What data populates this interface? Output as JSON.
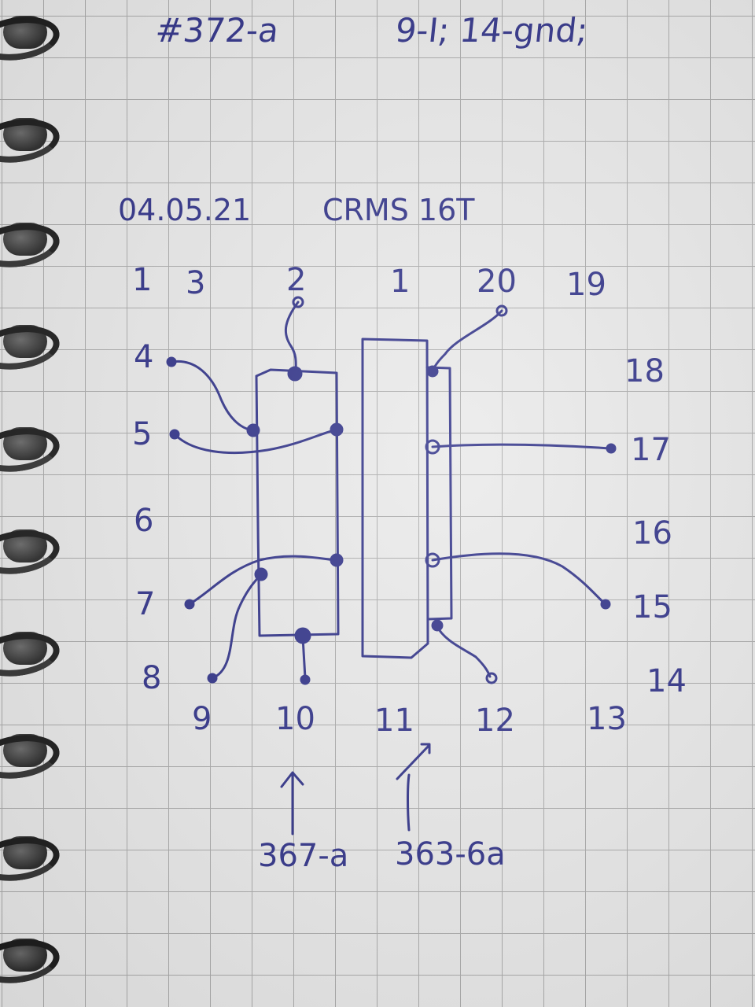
{
  "header": {
    "part_number": "#372-a",
    "note": "9-I; 14-gnd;"
  },
  "meta": {
    "date": "04.05.21",
    "model": "CRMS 16T"
  },
  "pins": {
    "p1": "1",
    "p3": "3",
    "p2": "2",
    "p1b": "1",
    "p20": "20",
    "p19": "19",
    "p4": "4",
    "p18": "18",
    "p5": "5",
    "p17": "17",
    "p6": "6",
    "p16": "16",
    "p7": "7",
    "p15": "15",
    "p8": "8",
    "p14": "14",
    "p9": "9",
    "p10": "10",
    "p11": "11",
    "p12": "12",
    "p13": "13"
  },
  "callouts": {
    "left": "367-a",
    "right": "363-6a"
  },
  "colors": {
    "ink": "#2c2e86",
    "paper": "#e9e9e9",
    "grid": "#a9a9a9",
    "spiral": "#1b1b1b"
  }
}
